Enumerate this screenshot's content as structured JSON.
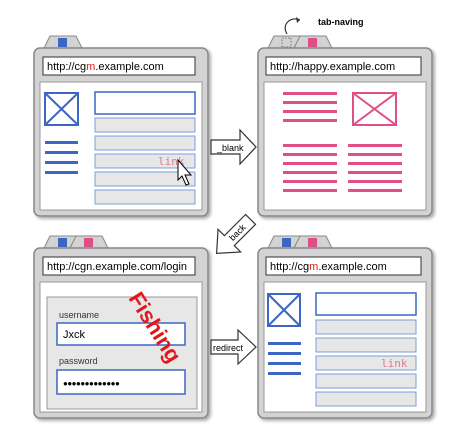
{
  "colors": {
    "blue": "#3c66c4",
    "pink": "#e04f86",
    "fishing_red": "#e0181b",
    "link_red": "#e07a8e",
    "window_gray": "#d3d3d3",
    "field_gray": "#e7e7e7"
  },
  "windows": {
    "top_left": {
      "url_prefix": "http://cg",
      "url_mark": "m",
      "url_suffix": ".example.com",
      "link": "link"
    },
    "top_right": {
      "url": "http://happy.example.com",
      "tab_note": "tab-naving"
    },
    "bottom_left": {
      "url": "http://cgn.example.com/login",
      "overlay": "Fishing",
      "username_label": "username",
      "username_value": "Jxck",
      "password_label": "password",
      "password_value": "●●●●●●●●●●●●●"
    },
    "bottom_right": {
      "url_prefix": "http://cg",
      "url_mark": "m",
      "url_suffix": ".example.com",
      "link": "link"
    }
  },
  "arrows": {
    "blank": "_blank",
    "back": "back",
    "redirect": "redirect"
  }
}
